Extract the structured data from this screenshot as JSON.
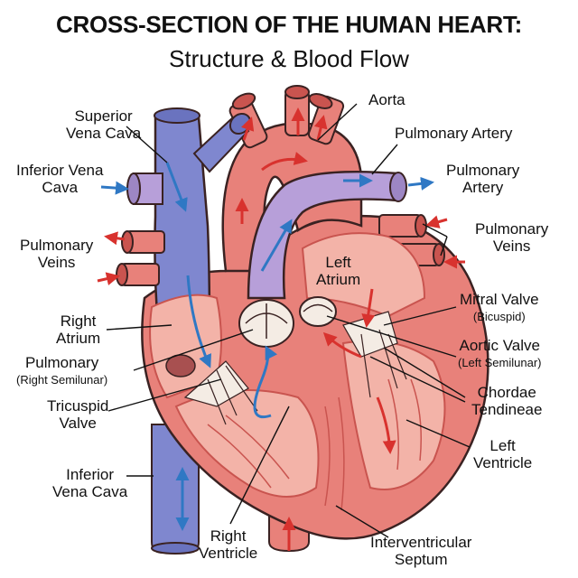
{
  "title": "CROSS-SECTION OF THE HUMAN HEART:",
  "subtitle": "Structure & Blood Flow",
  "labels": {
    "svc": [
      "Superior",
      "Vena Cava"
    ],
    "ivc_top": [
      "Inferior Vena",
      "Cava"
    ],
    "pv_left": [
      "Pulmonary",
      "Veins"
    ],
    "right_atrium": [
      "Right",
      "Atrium"
    ],
    "pulmonary_valve": [
      "Pulmonary",
      "(Right Semilunar)"
    ],
    "tricuspid": [
      "Tricuspid",
      "Valve"
    ],
    "ivc_bottom": [
      "Inferior",
      "Vena Cava"
    ],
    "right_ventricle": [
      "Right",
      "Ventricle"
    ],
    "aorta": "Aorta",
    "pulmonary_artery_top": "Pulmonary Artery",
    "pulmonary_artery_right": [
      "Pulmonary",
      "Artery"
    ],
    "pv_right": [
      "Pulmonary",
      "Veins"
    ],
    "left_atrium": [
      "Left",
      "Atrium"
    ],
    "mitral": [
      "Mitral Valve",
      "(Bicuspid)"
    ],
    "aortic_valve": [
      "Aortic Valve",
      "(Left Semilunar)"
    ],
    "chordae": [
      "Chordae",
      "Tendineae"
    ],
    "left_ventricle": [
      "Left",
      "Ventricle"
    ],
    "septum": [
      "Interventricular",
      "Septum"
    ]
  },
  "colors": {
    "muscle": "#e8817a",
    "muscle_dark": "#c9544f",
    "chamber": "#f3b3a8",
    "vein_blue": "#7f87cf",
    "pulmonary_purple": "#b79fd9",
    "arrow_blue": "#2f78c4",
    "arrow_red": "#d8322e",
    "valve": "#f4ece4",
    "outline": "#3a2222"
  }
}
